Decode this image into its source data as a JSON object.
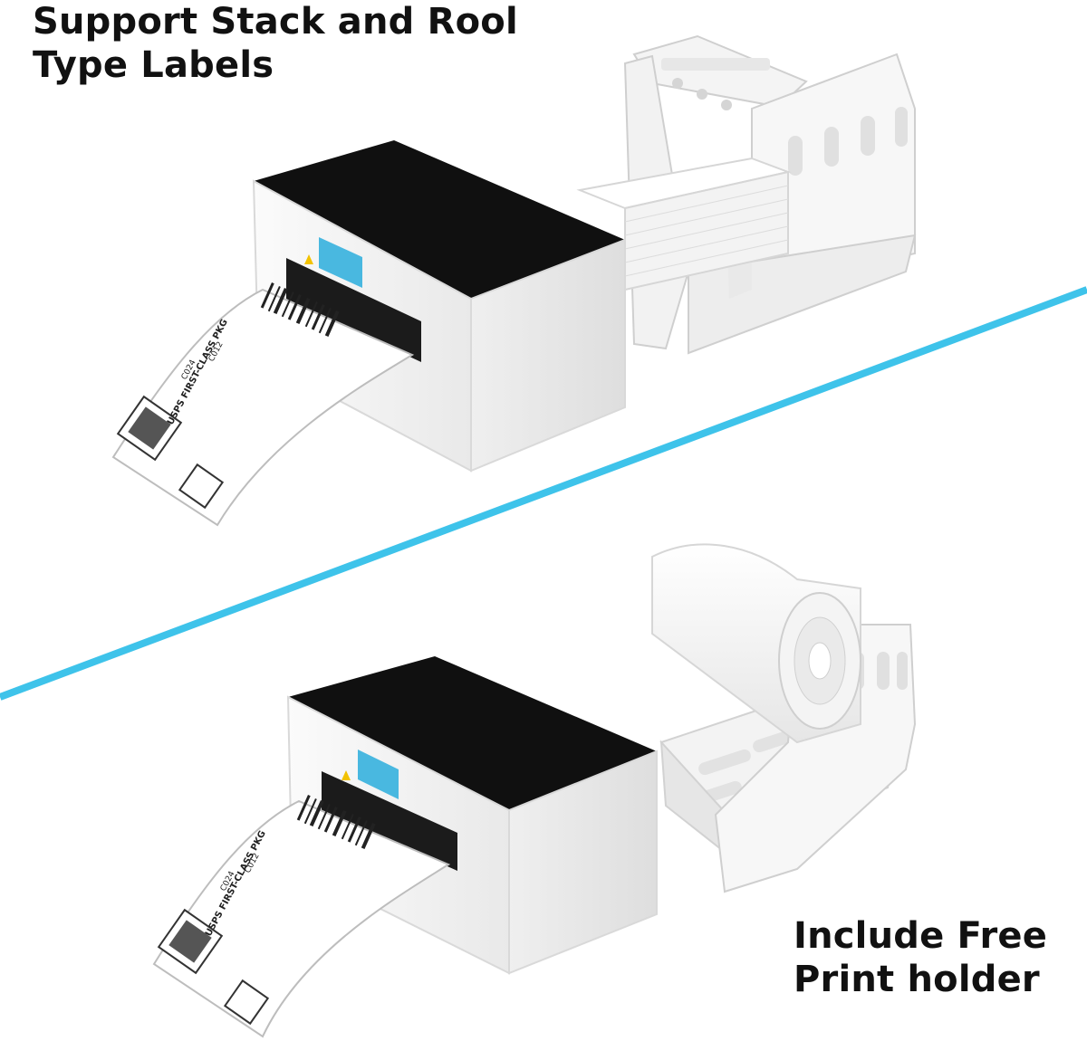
{
  "top_caption": {
    "line1": "Support Stack and Rool",
    "line2": "Type Labels"
  },
  "bottom_caption": {
    "line1": "Include Free",
    "line2": "Print holder"
  },
  "label": {
    "carrier": "USPS FIRST-CLASS PKG",
    "code": "C012",
    "zone": "C024"
  },
  "colors": {
    "divider": "#3ec3ea",
    "printer_lid": "#101010",
    "printer_body": "#f7f7f7",
    "feed_button": "#49b8e0",
    "text": "#111111"
  },
  "icons": {
    "feed_button": "feed-button-icon",
    "warning": "warning-triangle-icon"
  }
}
